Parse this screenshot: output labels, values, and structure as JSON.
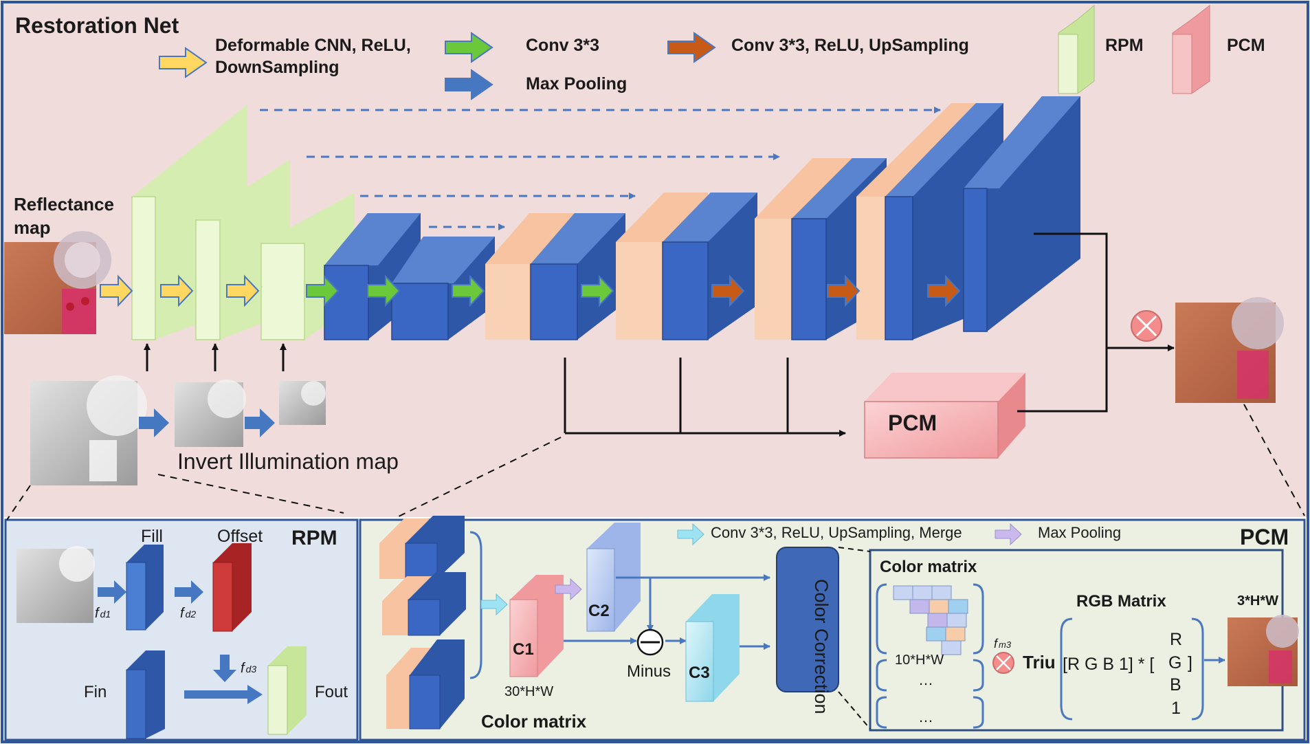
{
  "colors": {
    "top_bg": "#f1dcdc",
    "rpm_panel_bg": "#dde6f1",
    "pcm_panel_bg": "#ecf0e2",
    "outer_border": "#2f5597",
    "green_block": "#e7f5cc",
    "blue_block": "#3a66c4",
    "peach_block": "#f9cfae",
    "pcm_block": "#f6b8bb",
    "arrow_yellow": "#ffd761",
    "arrow_green": "#6ac83a",
    "arrow_blue": "#4678c2",
    "arrow_orange": "#c85a18"
  },
  "restoration_net": {
    "title": "Restoration Net",
    "legend": {
      "yellow_arrow": "Deformable CNN, ReLU,",
      "yellow_arrow_line2": "DownSampling",
      "green_arrow": "Conv 3*3",
      "blue_arrow": "Max Pooling",
      "orange_arrow": "Conv 3*3, ReLU, UpSampling",
      "rpm": "RPM",
      "pcm": "PCM"
    },
    "reflectance_label": "Reflectance",
    "reflectance_label_line2": "map",
    "invert_label": "Invert Illumination map",
    "pcm_block_label": "PCM",
    "multiply_icon": "circled-times-icon"
  },
  "rpm_panel": {
    "title": "RPM",
    "fill_label": "Fill",
    "offset_label": "Offset",
    "fd1": "f",
    "fd1_sub": "d1",
    "fd2": "f",
    "fd2_sub": "d2",
    "fd3": "f",
    "fd3_sub": "d3",
    "fin_label": "Fin",
    "fout_label": "Fout"
  },
  "pcm_panel": {
    "title": "PCM",
    "legend_conv": "Conv 3*3, ReLU, UpSampling, Merge",
    "legend_pool": "Max Pooling",
    "c1": "C1",
    "c2": "C2",
    "c3": "C3",
    "size_c1": "30*H*W",
    "minus_label": "Minus",
    "color_matrix_bottom": "Color matrix",
    "color_correction": "Color Correction",
    "color_matrix_title": "Color matrix",
    "size_10hw": "10*H*W",
    "dots1": "…",
    "dots2": "…",
    "fm3": "f",
    "fm3_sub": "m3",
    "triu": "Triu",
    "rgb_matrix_title": "RGB Matrix",
    "rgb_row": "[R G B 1] * [",
    "rgb_r": "R",
    "rgb_g": "G",
    "rgb_close": "]",
    "rgb_b": "B",
    "rgb_1": "1",
    "size_3hw": "3*H*W"
  }
}
